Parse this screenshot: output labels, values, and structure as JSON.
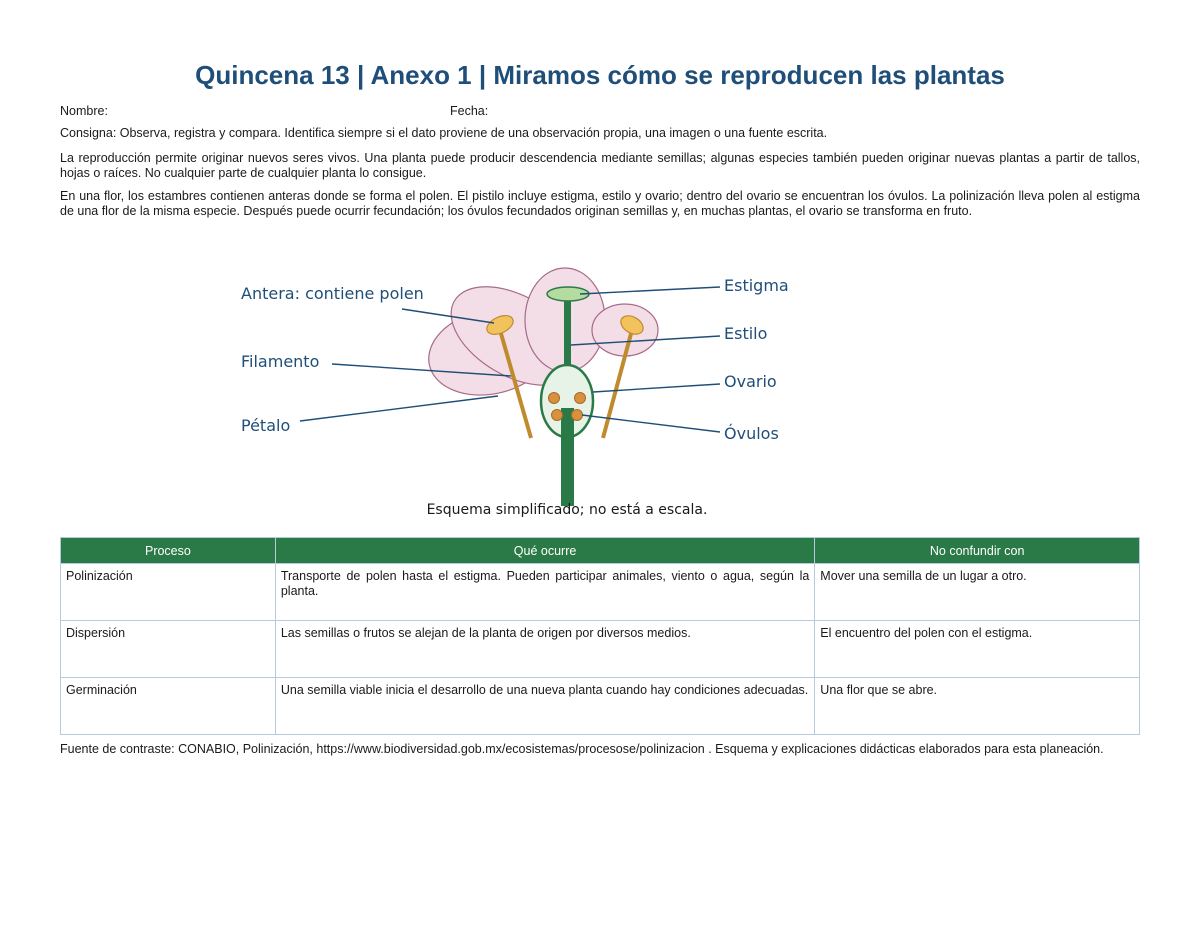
{
  "title": "Quincena 13 | Anexo 1 | Miramos cómo se reproducen las plantas",
  "fields": {
    "nombre": "Nombre:",
    "fecha": "Fecha:"
  },
  "consigna": "Consigna: Observa, registra y compara. Identifica siempre si el dato proviene de una observación propia, una imagen o una fuente escrita.",
  "paragraphs": [
    "La reproducción permite originar nuevos seres vivos. Una planta puede producir descendencia mediante semillas; algunas especies también pueden originar nuevas plantas a partir de tallos, hojas o raíces. No cualquier parte de cualquier planta lo consigue.",
    "En una flor, los estambres contienen anteras donde se forma el polen. El pistilo incluye estigma, estilo y ovario; dentro del ovario se encuentran los óvulos. La polinización lleva polen al estigma de una flor de la misma especie. Después puede ocurrir fecundación; los óvulos fecundados originan semillas y, en muchas plantas, el ovario se transforma en fruto."
  ],
  "diagram": {
    "labels": {
      "antera": "Antera: contiene polen",
      "filamento": "Filamento",
      "petalo": "Pétalo",
      "estigma": "Estigma",
      "estilo": "Estilo",
      "ovario": "Ovario",
      "ovulos": "Óvulos"
    },
    "caption": "Esquema simplificado; no está a escala.",
    "colors": {
      "petal_fill": "#f3dde6",
      "petal_stroke": "#a86a8a",
      "anther": "#f2c25c",
      "filament": "#c08a2e",
      "pistil": "#2a7a47",
      "stigma_fill": "#b5dca0",
      "ovary_fill": "#e7f3e7",
      "ovule": "#d9913e",
      "label": "#1f4e79"
    }
  },
  "table": {
    "headers": [
      "Proceso",
      "Qué ocurre",
      "No confundir con"
    ],
    "rows": [
      [
        "Polinización",
        "Transporte de polen hasta el estigma. Pueden participar animales, viento o agua, según la planta.",
        "Mover una semilla de un lugar a otro."
      ],
      [
        "Dispersión",
        "Las semillas o frutos se alejan de la planta de origen por diversos medios.",
        "El encuentro del polen con el estigma."
      ],
      [
        "Germinación",
        "Una semilla viable inicia el desarrollo de una nueva planta cuando hay condiciones adecuadas.",
        "Una flor que se abre."
      ]
    ],
    "colors": {
      "header_bg": "#2a7a47",
      "border": "#b7c9dc"
    }
  },
  "source": "Fuente de contraste: CONABIO, Polinización, https://www.biodiversidad.gob.mx/ecosistemas/procesose/polinizacion . Esquema y explicaciones didácticas elaborados para esta planeación."
}
